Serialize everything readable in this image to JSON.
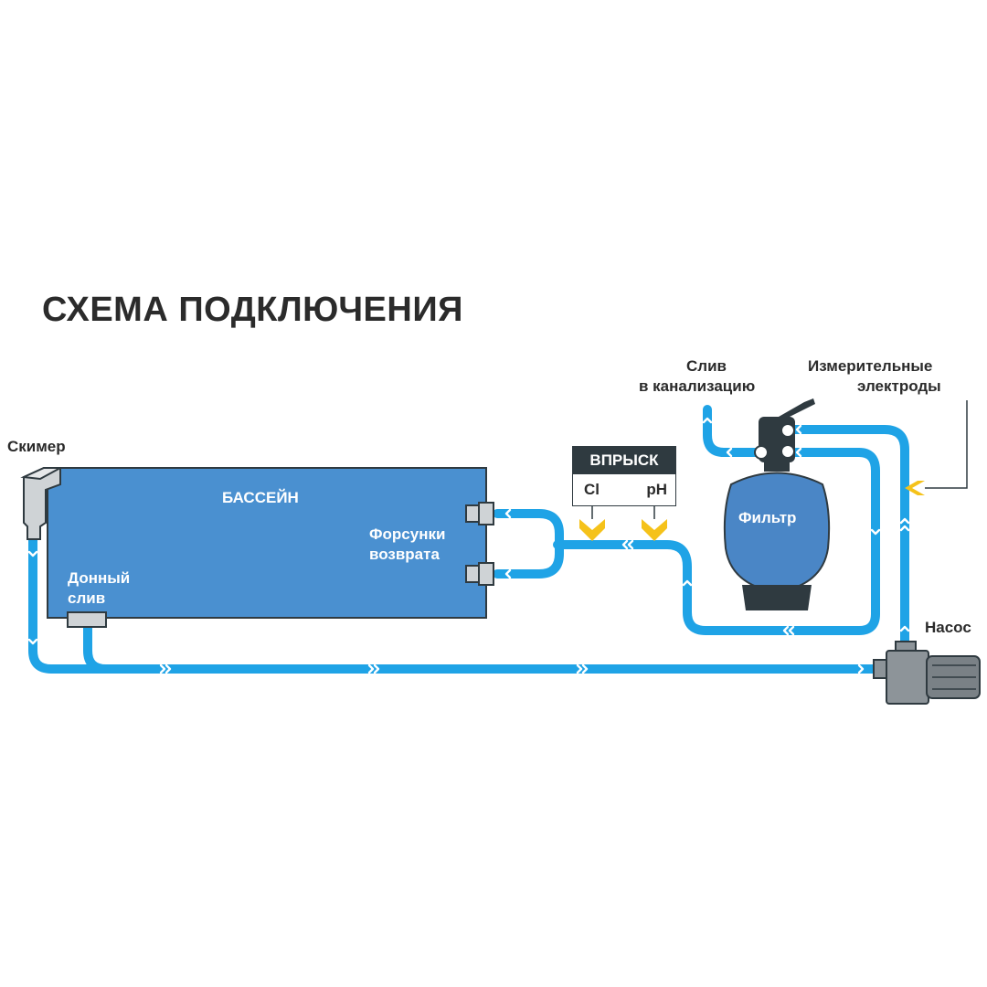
{
  "title": "СХЕМА ПОДКЛЮЧЕНИЯ",
  "labels": {
    "skimmer": "Скимер",
    "pool": "БАССЕЙН",
    "return_nozzles_line1": "Форсунки",
    "return_nozzles_line2": "возврата",
    "bottom_drain_line1": "Донный",
    "bottom_drain_line2": "слив",
    "sewer_drain_line1": "Слив",
    "sewer_drain_line2": "в канализацию",
    "electrodes_line1": "Измерительные",
    "electrodes_line2": "электроды",
    "filter": "Фильтр",
    "pump": "Насос"
  },
  "injection": {
    "header": "ВПРЫСК",
    "cl": "Cl",
    "ph": "pH"
  },
  "colors": {
    "pipe": "#1fa3e6",
    "pool": "#4a90d0",
    "pool_border": "#2f3a40",
    "text": "#2b2b2b",
    "accent": "#f5c21a",
    "fitting": "#cfd3d6",
    "filter_body": "#4a86c6",
    "dark": "#2f3a40"
  }
}
